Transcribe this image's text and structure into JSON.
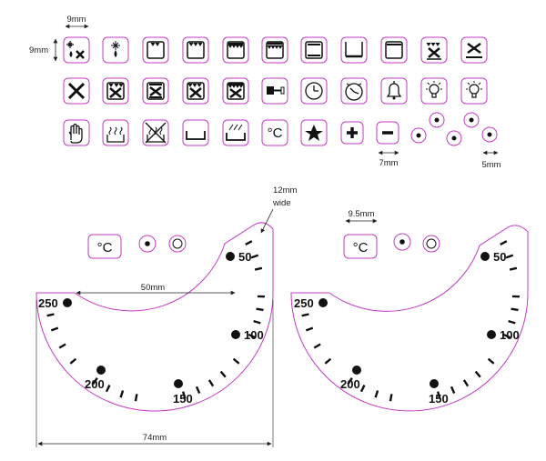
{
  "colors": {
    "outline": "#c43ac4",
    "ink": "#111111",
    "dim": "#222222"
  },
  "dimensions": {
    "icon_width": "9mm",
    "icon_height": "9mm",
    "wide_button": "7mm",
    "small_dot": "5mm",
    "ring_width_note_line1": "12mm",
    "ring_width_note_line2": "wide",
    "inner_diameter": "50mm",
    "outer_diameter": "74mm",
    "knob_spacing": "9.5mm"
  },
  "icon_rows": [
    [
      "fan-light-defrost-icon",
      "defrost-drop-icon",
      "top-element-small-icon",
      "top-element-icon",
      "top-grill-full-icon",
      "top-grill-double-icon",
      "top-bottom-element-icon",
      "bottom-element-icon",
      "top-element-bar-icon",
      "fan-top-bottom-icon",
      "fan-bottom-icon"
    ],
    [
      "fan-icon",
      "fan-grill-small-icon",
      "fan-ring-bottom-icon",
      "fan-grill-icon",
      "fan-grill-full-icon",
      "key-lock-icon",
      "clock-icon",
      "timer-clock-icon",
      "bell-icon",
      "lamp-on-icon",
      "lamp-icon"
    ],
    [
      "hand-touch-icon",
      "steam-clean-icon",
      "no-heat-icon",
      "drawer-icon",
      "warming-drawer-icon"
    ]
  ],
  "degc_label": "°C",
  "dials": [
    {
      "labels": [
        "50",
        "100",
        "150",
        "200",
        "250"
      ]
    },
    {
      "labels": [
        "50",
        "100",
        "150",
        "200",
        "250"
      ]
    }
  ]
}
